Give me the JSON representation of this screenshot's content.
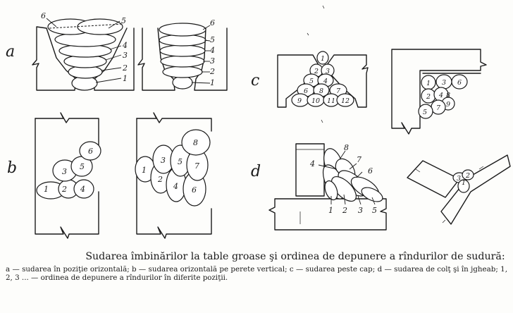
{
  "caption": {
    "title": "Sudarea îmbinărilor la table groase şi ordinea de depunere a rîndurilor de sudură:",
    "legend": "a — sudarea în poziţie orizontală; b — sudarea orizontală pe perete vertical; c — sudarea peste cap; d — sudarea de colţ şi în jgheab; 1, 2, 3 ... — ordinea de depunere a rîndurilor în diferite poziţii."
  },
  "panels": {
    "a": {
      "label": "a",
      "left_numbers": [
        "6",
        "5",
        "4",
        "3",
        "2",
        "1"
      ],
      "right_numbers": [
        "6",
        "5",
        "4",
        "3",
        "2",
        "1"
      ]
    },
    "b": {
      "label": "b",
      "left_numbers": [
        "1",
        "2",
        "3",
        "4",
        "5",
        "6"
      ],
      "right_numbers": [
        "1",
        "2",
        "3",
        "4",
        "5",
        "6",
        "7",
        "8"
      ]
    },
    "c": {
      "label": "c",
      "left_numbers": [
        "1",
        "2",
        "3",
        "4",
        "5",
        "6",
        "7",
        "8",
        "9",
        "10",
        "11",
        "12"
      ],
      "right_numbers": [
        "1",
        "2",
        "3",
        "4",
        "5",
        "6",
        "7",
        "8",
        "9"
      ]
    },
    "d": {
      "label": "d",
      "left_numbers": [
        "1",
        "2",
        "3",
        "4",
        "5",
        "6",
        "7",
        "8"
      ],
      "right_numbers": [
        "1",
        "2",
        "3"
      ]
    }
  }
}
